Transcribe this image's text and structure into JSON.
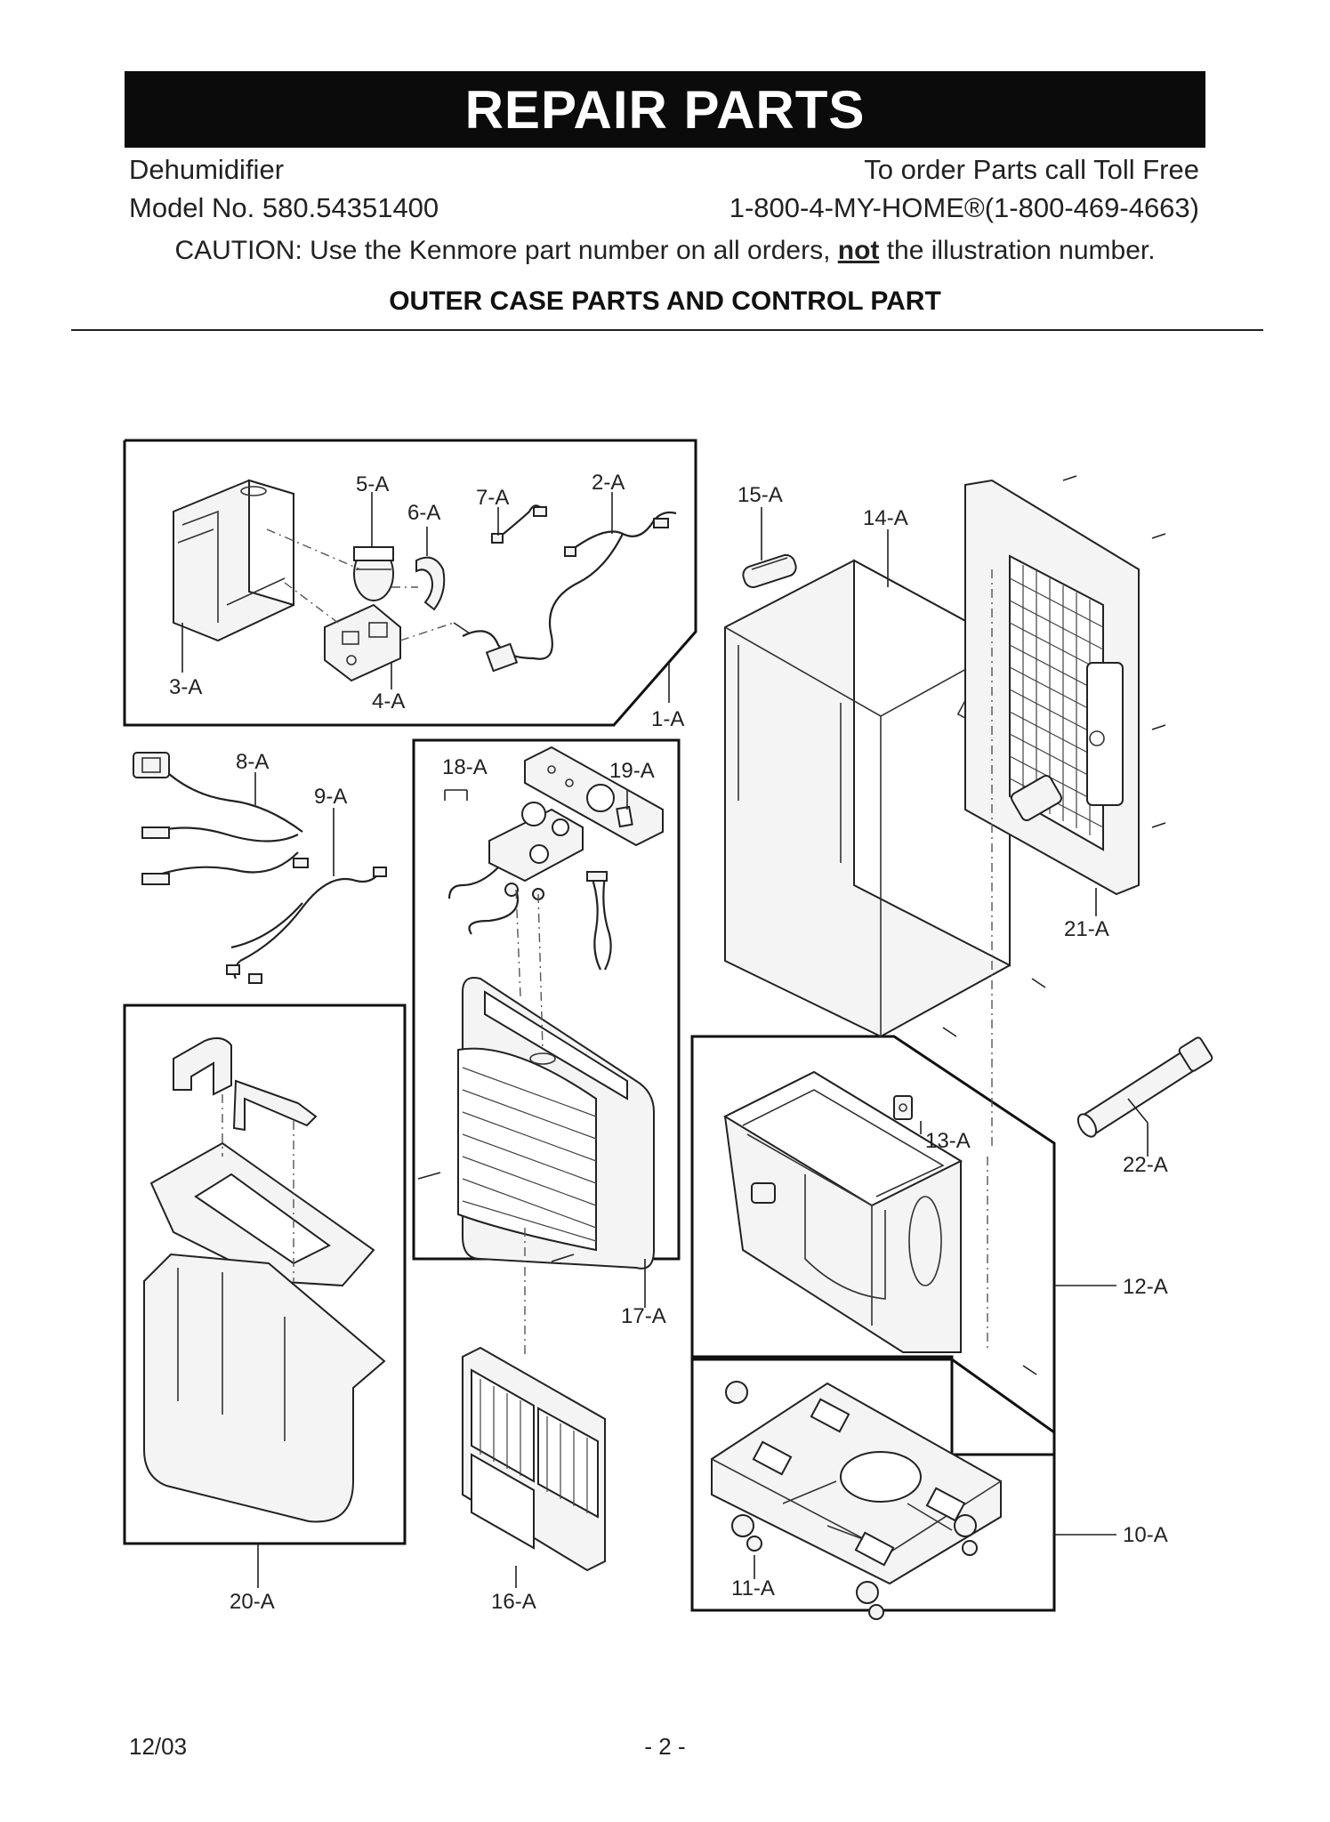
{
  "header": {
    "title": "REPAIR PARTS",
    "product": "Dehumidifier",
    "model": "Model No. 580.54351400",
    "order_text": "To order Parts call Toll Free",
    "phone": "1-800-4-MY-HOME®(1-800-469-4663)",
    "caution_before": "CAUTION: Use the Kenmore part number on all orders, ",
    "caution_emphasis": "not",
    "caution_after": " the illustration number.",
    "section_title": "OUTER CASE PARTS AND CONTROL PART"
  },
  "callouts": {
    "p1": "1-A",
    "p2": "2-A",
    "p3": "3-A",
    "p4": "4-A",
    "p5": "5-A",
    "p6": "6-A",
    "p7": "7-A",
    "p8": "8-A",
    "p9": "9-A",
    "p10": "10-A",
    "p11": "11-A",
    "p12": "12-A",
    "p13": "13-A",
    "p14": "14-A",
    "p15": "15-A",
    "p16": "16-A",
    "p17": "17-A",
    "p18": "18-A",
    "p19": "19-A",
    "p20": "20-A",
    "p21": "21-A",
    "p22": "22-A"
  },
  "footer": {
    "date": "12/03",
    "page": "- 2 -"
  }
}
